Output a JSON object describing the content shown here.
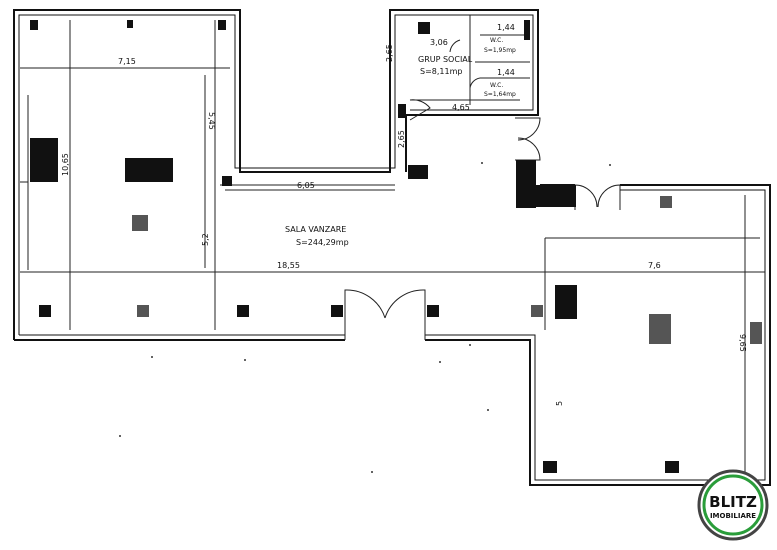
{
  "rooms": {
    "sales": {
      "name": "SALA VANZARE",
      "area": "S=244,29mp"
    },
    "social": {
      "name": "GRUP SOCIAL",
      "area": "S=8,11mp"
    },
    "wc1": {
      "name": "W.C.",
      "area": "S=1,95mp"
    },
    "wc2": {
      "name": "W.C.",
      "area": "S=1,64mp"
    }
  },
  "dimensions": {
    "top_width": "7,15",
    "left_height": "10,65",
    "inner_height": "5,45",
    "left_lower": "5,2",
    "corridor": "6,05",
    "main_length": "18,55",
    "right_width": "7,6",
    "right_height": "9,65",
    "right_inner": "5",
    "social_w": "3,06",
    "social_h1": "2,65",
    "social_h2": "2,65",
    "social_bottom": "4,65",
    "wc_w1": "1,44",
    "wc_w2": "1,44"
  },
  "logo": {
    "line1": "BLITZ",
    "line2": "IMOBILIARE"
  }
}
